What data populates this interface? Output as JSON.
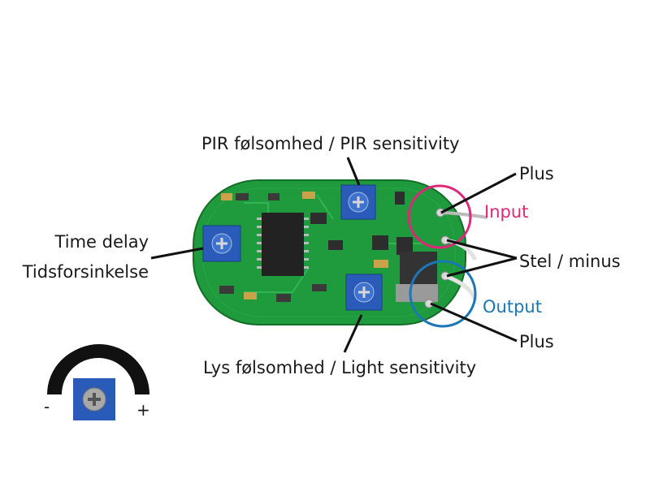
{
  "labels": {
    "pir_sensitivity": "PIR følsomhed / PIR sensitivity",
    "time_delay": "Time delay",
    "tidsforsinkelse": "Tidsforsinkelse",
    "light_sensitivity": "Lys følsomhed / Light sensitivity",
    "plus_top": "Plus",
    "input": "Input",
    "stel_minus": "Stel / minus",
    "output": "Output",
    "plus_bottom": "Plus",
    "minus_sign": "-",
    "plus_sign": "+"
  },
  "colors": {
    "input_ring": "#e0267a",
    "output_ring": "#1b77b5",
    "pcb_green": "#1f9a3c",
    "trimmer_blue": "#2a5bb8",
    "text": "#1a1a1a"
  },
  "icons": [
    "trimmer-potentiometer-icon",
    "rotation-arc-icon"
  ]
}
